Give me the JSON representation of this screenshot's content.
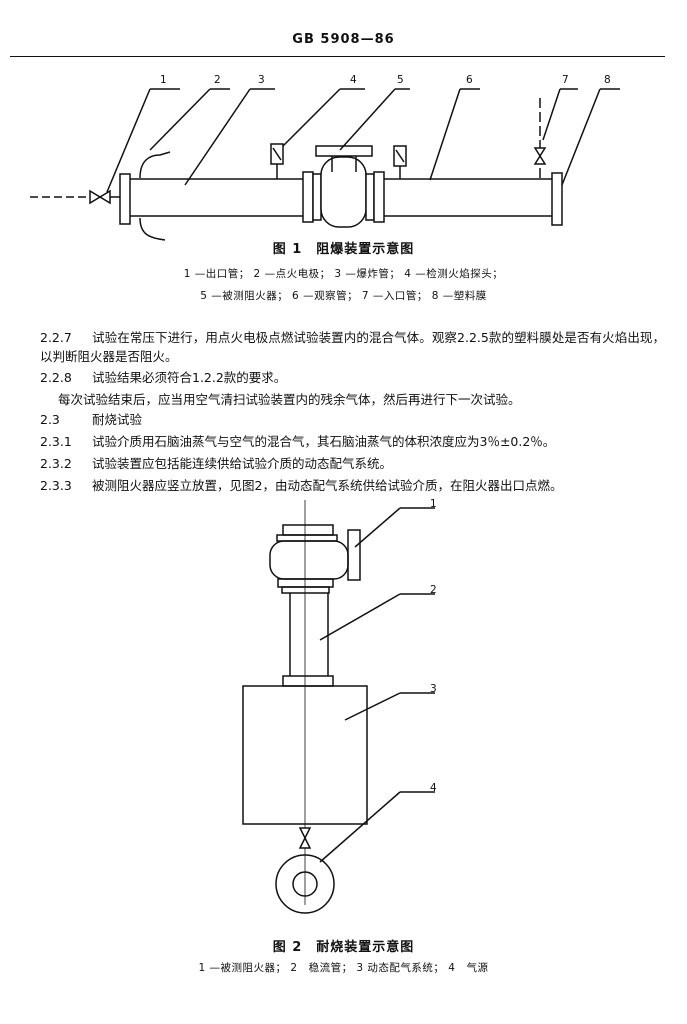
{
  "header": {
    "standard": "GB 5908—86"
  },
  "figure1": {
    "labels": [
      "1",
      "2",
      "3",
      "4",
      "5",
      "6",
      "7",
      "8"
    ],
    "title": "图 1　阻爆装置示意图",
    "legend_line1": "1 —出口管； 2 —点火电极； 3 —爆炸管； 4 —检测火焰探头；",
    "legend_line2": "5 —被测阻火器； 6 —观察管； 7 —入口管； 8 —塑料膜"
  },
  "paragraphs": [
    {
      "num": "2.2.7",
      "text": "试验在常压下进行，用点火电极点燃试验装置内的混合气体。观察2.2.5款的塑料膜处是否有火焰出现，以判断阻火器是否阻火。"
    },
    {
      "num": "2.2.8",
      "text": "试验结果必须符合1.2.2款的要求。"
    },
    {
      "num": "",
      "text": "每次试验结束后，应当用空气清扫试验装置内的残余气体，然后再进行下一次试验。"
    },
    {
      "num": "2.3",
      "text": "耐烧试验"
    },
    {
      "num": "2.3.1",
      "text": "试验介质用石脑油蒸气与空气的混合气，其石脑油蒸气的体积浓度应为3％±0.2％。"
    },
    {
      "num": "2.3.2",
      "text": "试验装置应包括能连续供给试验介质的动态配气系统。"
    },
    {
      "num": "2.3.3",
      "text": "被测阻火器应竖立放置，见图2，由动态配气系统供给试验介质，在阻火器出口点燃。"
    }
  ],
  "figure2": {
    "labels": [
      "1",
      "2",
      "3",
      "4"
    ],
    "title": "图 2　耐烧装置示意图",
    "legend": "1 —被测阻火器； 2　稳流管； 3 动态配气系统； 4　气源"
  }
}
